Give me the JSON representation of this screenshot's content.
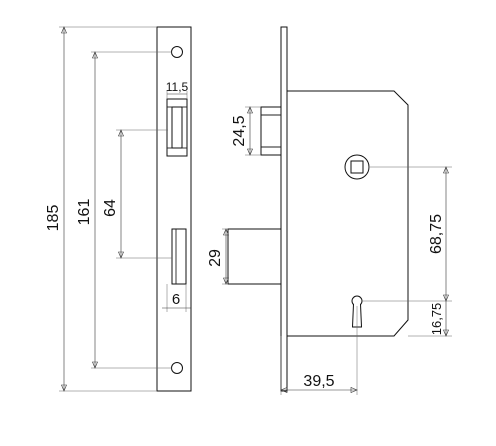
{
  "drawing": {
    "front_view": {
      "overall_height": "185",
      "fixing_hole_spacing": "161",
      "latch_to_deadbolt": "64",
      "latch_width": "11,5",
      "deadbolt_width": "6"
    },
    "side_view": {
      "latch_height": "24,5",
      "deadbolt_height": "29",
      "follower_to_keyhole": "68,75",
      "keyhole_offset": "16,75",
      "backset": "39,5"
    }
  },
  "colors": {
    "line": "#111111",
    "dimension": "#333333",
    "background": "#ffffff"
  }
}
